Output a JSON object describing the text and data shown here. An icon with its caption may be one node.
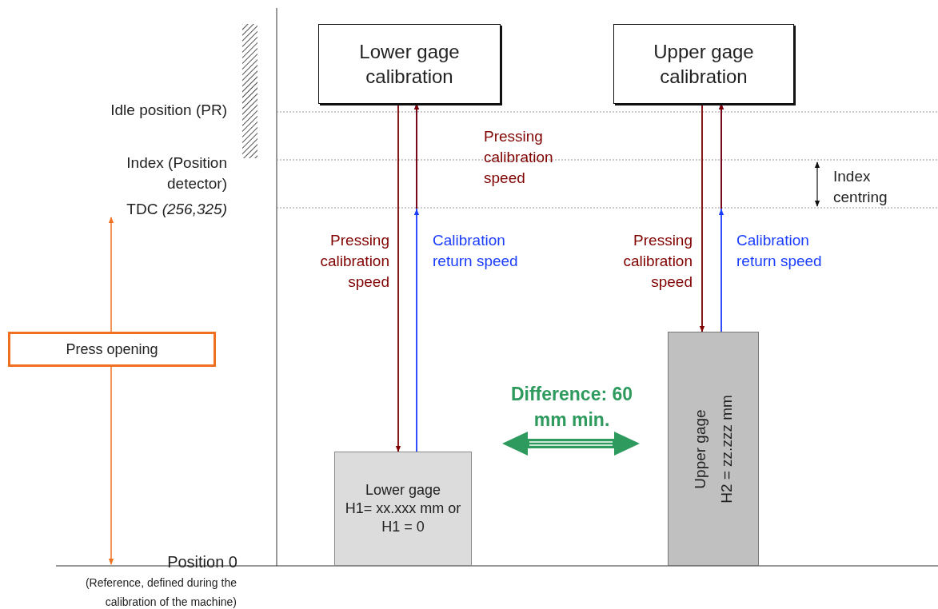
{
  "diagram": {
    "nodes": [
      {
        "text": [
          "Lower gage calibration"
        ]
      },
      {
        "text": [
          "Upper gage calibration"
        ]
      },
      {
        "text": [
          "Lower gage",
          "H1= xx.xxx mm or H1 = 0"
        ]
      },
      {
        "text": [
          "Upper gage",
          "H2 = zz.zzz mm"
        ]
      },
      {
        "text": [
          "Press opening"
        ]
      }
    ],
    "edges": [
      {
        "from": 0,
        "to": 2,
        "arrow": "to",
        "label": "Pressing calibration speed",
        "color": "#800000"
      },
      {
        "from": 2,
        "to": 0,
        "arrow": "to",
        "label": "Calibration return speed",
        "color": "#1a3cff"
      },
      {
        "from": 1,
        "to": 3,
        "arrow": "to",
        "label": "Pressing calibration speed",
        "color": "#800000"
      },
      {
        "from": 3,
        "to": 1,
        "arrow": "to",
        "label": "Calibration return speed",
        "color": "#1a3cff"
      }
    ],
    "labels": [
      "Idle position (PR)",
      "Index (Position detector)",
      "TDC *(256,325)*",
      "Pressing calibration speed",
      "Index centring",
      "Difference: 60 mm min.",
      "Position 0",
      "(Reference, defined during the calibration of the machine)"
    ]
  }
}
